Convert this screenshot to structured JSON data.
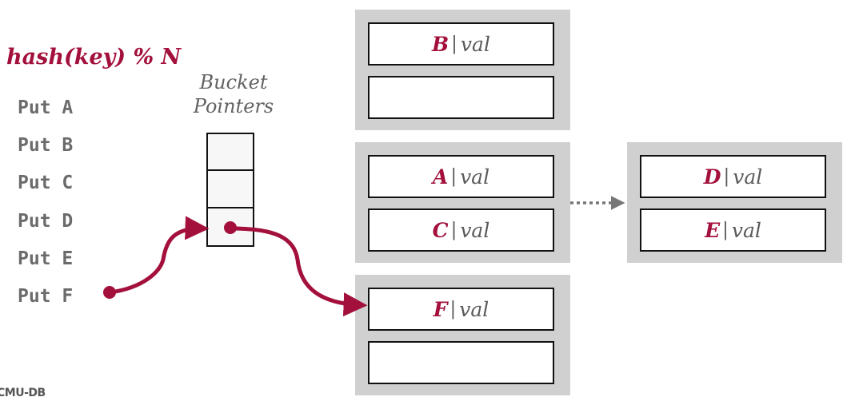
{
  "hash_function": "hash(key) % N",
  "bucket_pointers_label": [
    "Bucket",
    "Pointers"
  ],
  "operations": [
    "Put A",
    "Put B",
    "Put C",
    "Put D",
    "Put E",
    "Put F"
  ],
  "buckets": {
    "top": [
      {
        "key": "B",
        "value": "val"
      },
      {
        "key": "",
        "value": ""
      }
    ],
    "middle": [
      {
        "key": "A",
        "value": "val"
      },
      {
        "key": "C",
        "value": "val"
      }
    ],
    "overflow": [
      {
        "key": "D",
        "value": "val"
      },
      {
        "key": "E",
        "value": "val"
      }
    ],
    "bottom": [
      {
        "key": "F",
        "value": "val"
      },
      {
        "key": "",
        "value": ""
      }
    ]
  },
  "separator": "|",
  "footer_logo": "CMU-DB",
  "colors": {
    "accent": "#a3103c",
    "bucket_bg": "#d0d0d0",
    "text_gray": "#636363"
  }
}
